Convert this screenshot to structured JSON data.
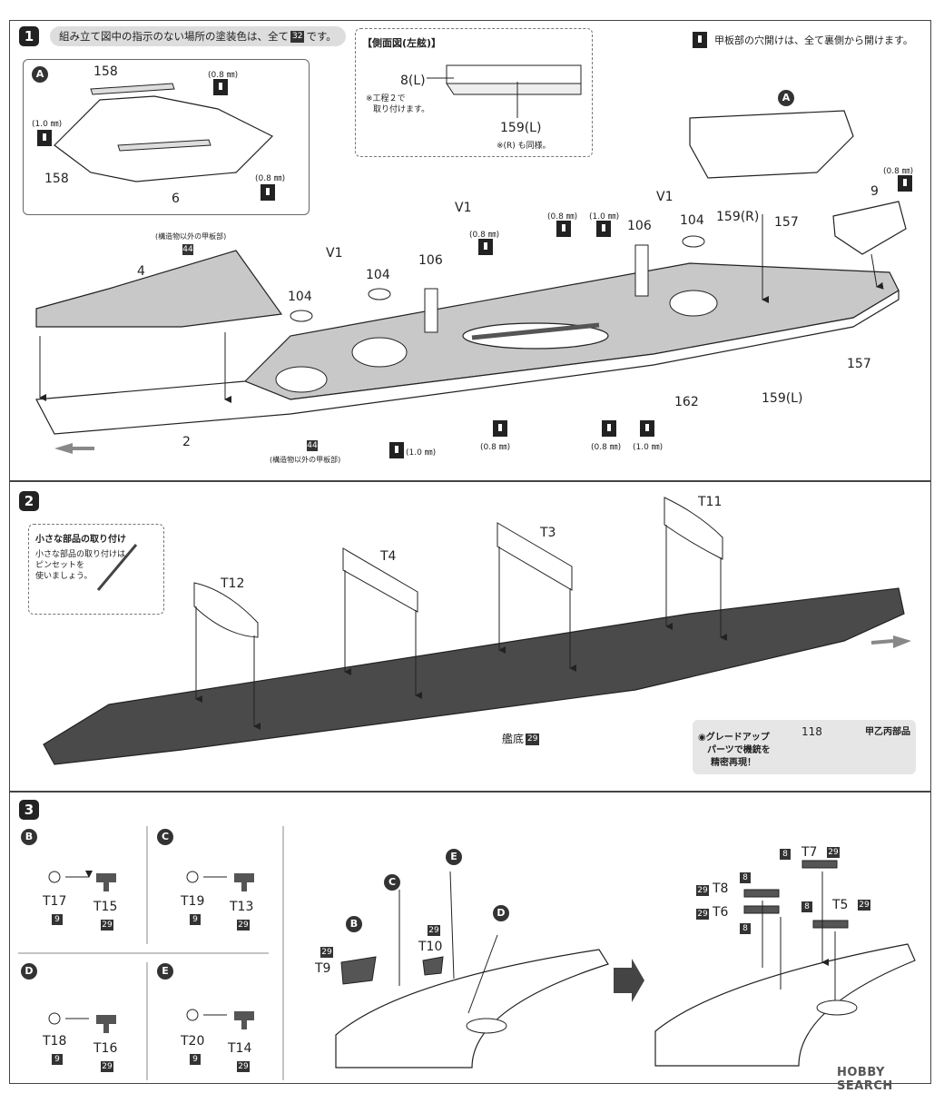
{
  "step1": {
    "number": "1",
    "instruction": "組み立て図中の指示のない場所の塗装色は、全て",
    "instruction_color": "32",
    "instruction_end": "です。",
    "note_drill": "甲板部の穴開けは、全て裏側から開けます。",
    "side_view": {
      "title": "【側面図(左舷)】",
      "part_left": "8(L)",
      "note_left_1": "※工程２で",
      "note_left_2": "取り付けます。",
      "part_bottom": "159(L)",
      "note_bottom": "※(R) も同様。"
    },
    "box_a": {
      "letter": "A",
      "part_top": "158",
      "part_left": "158",
      "part_bottom": "6",
      "dia_1": "(0.8 ㎜)",
      "dia_2": "(1.0 ㎜)",
      "dia_3": "(0.8 ㎜)"
    },
    "labels": {
      "part_4": "4",
      "part_2": "2",
      "deck_note_top": "(構造物以外の甲板部)",
      "deck_note_bottom": "(構造物以外の甲板部)",
      "deck_color": "44",
      "v1_a": "V1",
      "v1_b": "V1",
      "v1_c": "V1",
      "p104_a": "104",
      "p104_b": "104",
      "p104_c": "104",
      "p106_a": "106",
      "p106_b": "106",
      "p162": "162",
      "p159r": "159(R)",
      "p159l": "159(L)",
      "p157_a": "157",
      "p157_b": "157",
      "p9": "9",
      "a_right": "A",
      "d08_a": "(0.8 ㎜)",
      "d08_b": "(0.8 ㎜)",
      "d10_a": "(1.0 ㎜)",
      "d08_c": "(0.8 ㎜)",
      "d10_b": "(1.0 ㎜)",
      "d08_d": "(0.8 ㎜)",
      "d10_c": "(1.0 ㎜)",
      "d08_e": "(0.8 ㎜)"
    }
  },
  "step2": {
    "number": "2",
    "tip_title": "小さな部品の取り付け",
    "tip_body_1": "小さな部品の取り付けは",
    "tip_body_2": "ピンセットを",
    "tip_body_3": "使いましょう。",
    "parts": [
      "T12",
      "T4",
      "T3",
      "T11"
    ],
    "hull_label": "艦底",
    "hull_color": "29",
    "upgrade_1": "◉グレードアップ",
    "upgrade_2": "パーツで機銃を",
    "upgrade_3": "精密再現！",
    "upgrade_part": "118",
    "upgrade_target": "甲乙丙部品"
  },
  "step3": {
    "number": "3",
    "sub": [
      {
        "letter": "B",
        "from": "T17",
        "from_color": "9",
        "to": "T15",
        "to_color": "29"
      },
      {
        "letter": "C",
        "from": "T19",
        "from_color": "9",
        "to": "T13",
        "to_color": "29"
      },
      {
        "letter": "D",
        "from": "T18",
        "from_color": "9",
        "to": "T16",
        "to_color": "29"
      },
      {
        "letter": "E",
        "from": "T20",
        "from_color": "9",
        "to": "T14",
        "to_color": "29"
      }
    ],
    "assembly": {
      "c": "C",
      "e": "E",
      "b": "B",
      "d": "D",
      "t10": "T10",
      "t10_color": "29",
      "t9": "T9",
      "t9_color": "29",
      "t7": "T7",
      "t7_c1": "8",
      "t7_c2": "29",
      "t8": "T8",
      "t8_c1": "29",
      "t8_c2": "8",
      "t6": "T6",
      "t6_c1": "29",
      "t6_c2": "8",
      "t5": "T5",
      "t5_c1": "8",
      "t5_c2": "29"
    }
  },
  "watermark": "HOBBY SEARCH"
}
